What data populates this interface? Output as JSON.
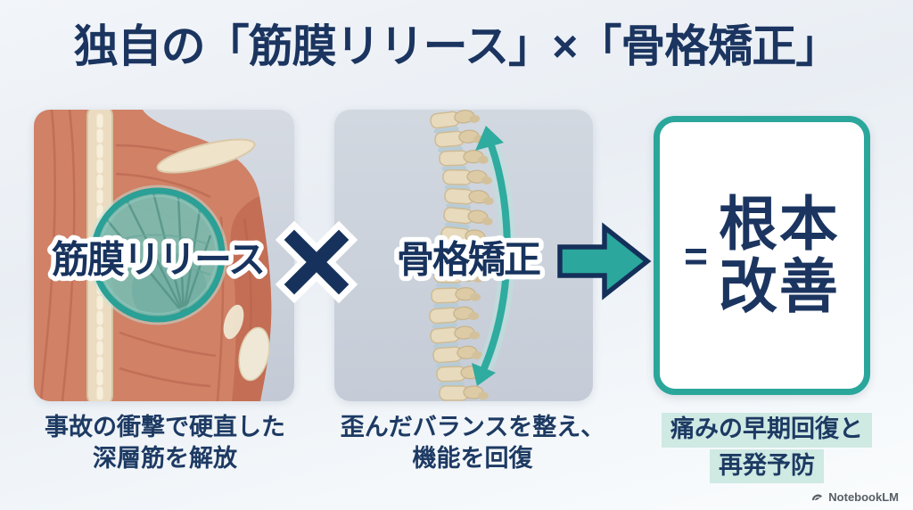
{
  "title": "独自の「筋膜リリース」×「骨格矯正」",
  "panels": {
    "fascia": {
      "label": "筋膜リリース",
      "caption": [
        "事故の衝撃で硬直した",
        "深層筋を解放"
      ]
    },
    "skeletal": {
      "label": "骨格矯正",
      "caption": [
        "歪んだバランスを整え、",
        "機能を回復"
      ]
    },
    "result": {
      "equals": "=",
      "line1": "根本",
      "line2": "改善",
      "caption": [
        "痛みの早期回復と",
        "再発予防"
      ]
    }
  },
  "operators": {
    "multiply": "×",
    "arrow": "→"
  },
  "watermark": {
    "label": "NotebookLM"
  },
  "icons": {
    "multiply": "multiply-x-icon",
    "arrow": "arrow-right-icon",
    "muscles": "back-muscles-illustration",
    "spine": "spine-illustration",
    "logo": "notebooklm-logo-icon"
  },
  "colors": {
    "navy": "#1B3560",
    "teal": "#2BA79D",
    "teal_ring": "#2AA096",
    "mint_highlight": "#CFE9E3",
    "panel_bg": "#CAD0DA"
  }
}
